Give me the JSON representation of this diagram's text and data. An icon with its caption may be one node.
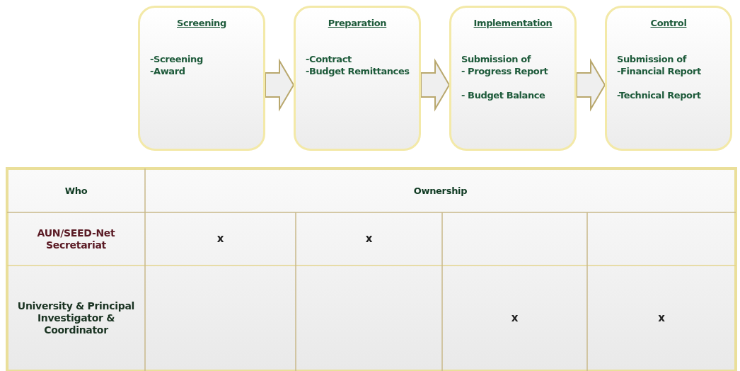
{
  "diagram": {
    "nodes": [
      {
        "text": [
          "Screening",
          "-Screening",
          "-Award"
        ]
      },
      {
        "text": [
          "Preparation",
          "-Contract",
          "-Budget Remittances"
        ]
      },
      {
        "text": [
          "Implementation",
          "Submission of",
          "- Progress Report",
          "- Budget Balance"
        ]
      },
      {
        "text": [
          "Control",
          "Submission of",
          "-Financial Report",
          "-Technical Report"
        ]
      }
    ],
    "edges": [
      {
        "from": 0,
        "to": 1,
        "arrow": "to"
      },
      {
        "from": 1,
        "to": 2,
        "arrow": "to"
      },
      {
        "from": 2,
        "to": 3,
        "arrow": "to"
      }
    ],
    "labels": [
      "Who",
      "Ownership",
      "AUN/SEED-Net Secretariat",
      "x",
      "x",
      "University & Principal Investigator & Coordinator",
      "x",
      "x"
    ]
  }
}
